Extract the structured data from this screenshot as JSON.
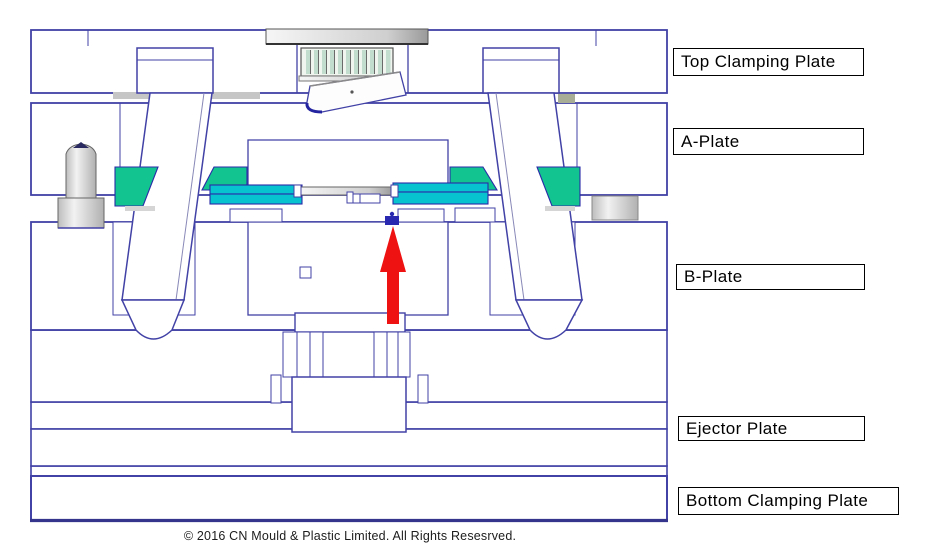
{
  "diagram": {
    "type": "injection-mould-cross-section",
    "labels": [
      {
        "id": "top-clamping-plate",
        "text": "Top Clamping Plate"
      },
      {
        "id": "a-plate",
        "text": "A-Plate"
      },
      {
        "id": "b-plate",
        "text": "B-Plate"
      },
      {
        "id": "ejector-plate",
        "text": "Ejector Plate"
      },
      {
        "id": "bottom-clamping-plate",
        "text": "Bottom Clamping Plate"
      }
    ],
    "components": [
      "locating-ring",
      "sprue-bushing",
      "sprue-puller",
      "guide-pin-left",
      "guide-pin-right",
      "slide-assembly-left",
      "slide-assembly-right",
      "cavity-inserts",
      "support-bolt",
      "ejector-assembly",
      "ejection-direction-arrow"
    ],
    "colors": {
      "outline_blue": "#4141a6",
      "slide_green": "#12c48f",
      "insert_cyan": "#06c3cf",
      "arrow_red": "#ee1212",
      "metal_gray": "#c8c8c8",
      "label_border": "#000000"
    }
  },
  "footer": {
    "copyright": "© 2016 CN Mould & Plastic Limited. All Rights Resesrved."
  }
}
